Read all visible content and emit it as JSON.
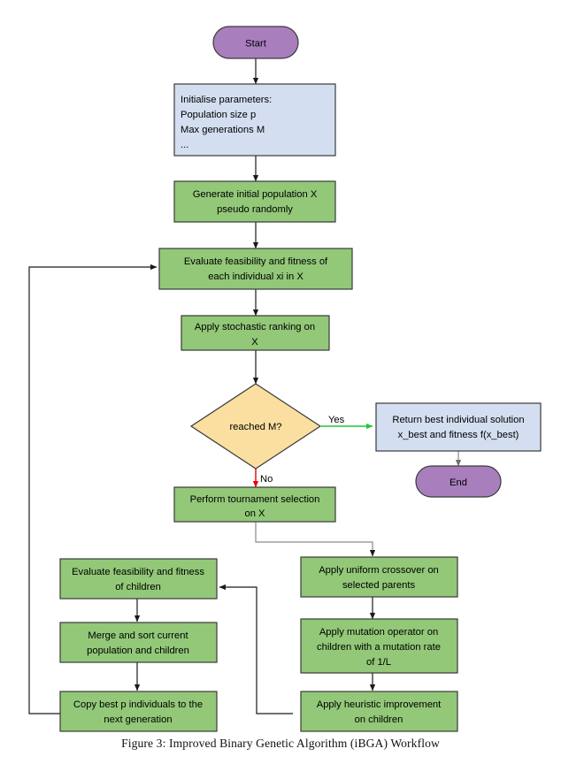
{
  "figure": {
    "caption": "Figure 3: Improved Binary Genetic Algorithm (iBGA) Workflow",
    "background": "#ffffff"
  },
  "colors": {
    "terminator_fill": "#a87ebd",
    "process_fill": "#92c878",
    "data_fill": "#d3dff0",
    "decision_fill": "#fadfa0",
    "shape_stroke": "#3a3a3a",
    "connector": "#1a1a1a",
    "connector_gray": "#8a8a8a",
    "yes_branch": "#22c43c",
    "no_branch": "#f00000",
    "text": "#000000"
  },
  "nodes": {
    "start": {
      "label": "Start",
      "shape": "terminator"
    },
    "init_params": {
      "shape": "data",
      "lines": [
        "Initialise parameters:",
        "Population size p",
        "Max generations M",
        "..."
      ]
    },
    "generate_population": {
      "shape": "process",
      "lines": [
        "Generate initial population X",
        "pseudo randomly"
      ]
    },
    "evaluate_population": {
      "shape": "process",
      "lines": [
        "Evaluate feasibility and fitness of",
        "each individual xi in X"
      ]
    },
    "stochastic_ranking": {
      "shape": "process",
      "lines": [
        "Apply stochastic ranking on",
        "X"
      ]
    },
    "decision_reached_m": {
      "shape": "decision",
      "lines": [
        "reached M?"
      ]
    },
    "return_best": {
      "shape": "data",
      "lines": [
        "Return best individual solution",
        "x_best and fitness f(x_best)"
      ]
    },
    "end": {
      "label": "End",
      "shape": "terminator"
    },
    "tournament_selection": {
      "shape": "process",
      "lines": [
        "Perform tournament selection",
        "on X"
      ]
    },
    "uniform_crossover": {
      "shape": "process",
      "lines": [
        "Apply uniform crossover on",
        "selected parents"
      ]
    },
    "mutation_operator": {
      "shape": "process",
      "lines": [
        "Apply mutation operator on",
        "children with a mutation rate",
        "of 1/L"
      ]
    },
    "heuristic_improvement": {
      "shape": "process",
      "lines": [
        "Apply heuristic improvement",
        "on children"
      ]
    },
    "evaluate_children": {
      "shape": "process",
      "lines": [
        "Evaluate feasibility and fitness",
        "of children"
      ]
    },
    "merge_sort": {
      "shape": "process",
      "lines": [
        "Merge and sort current",
        "population and children"
      ]
    },
    "copy_best": {
      "shape": "process",
      "lines": [
        "Copy best p individuals to the",
        "next generation"
      ]
    }
  },
  "edge_labels": {
    "yes": "Yes",
    "no": "No"
  }
}
